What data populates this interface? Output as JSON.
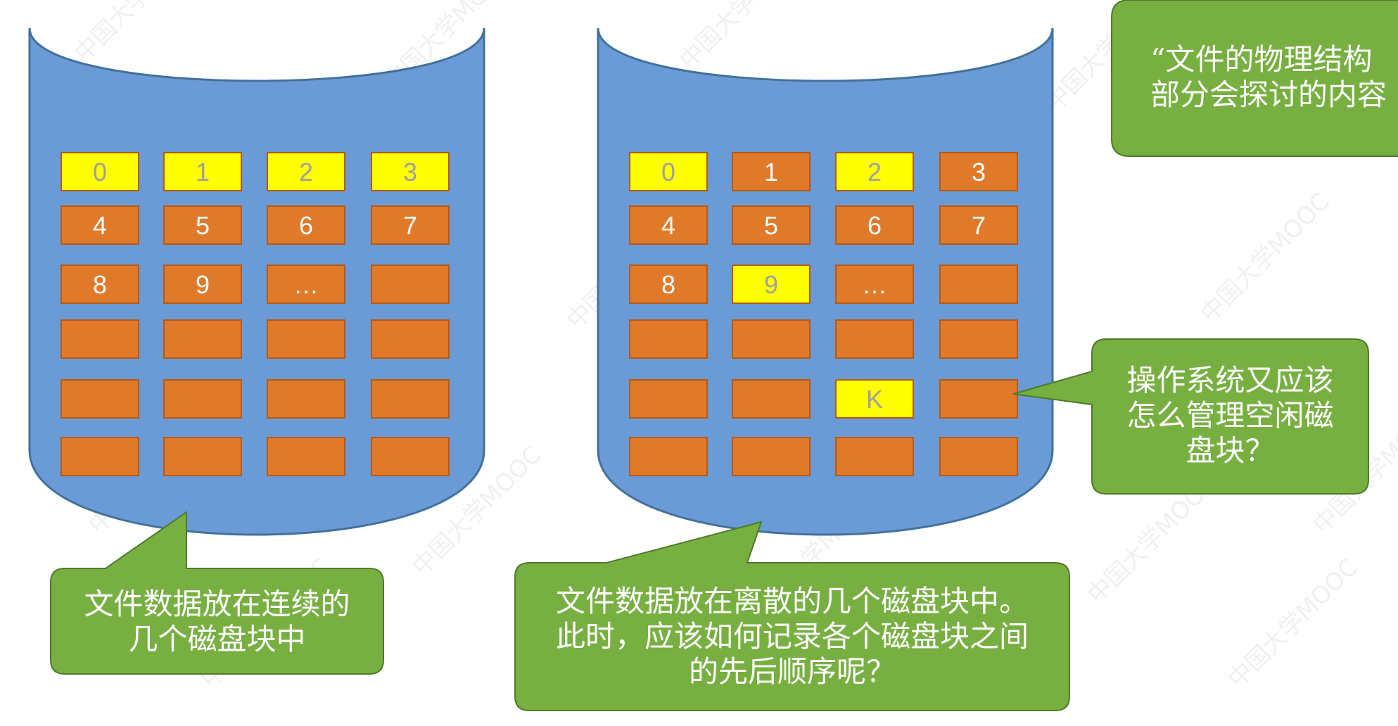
{
  "colors": {
    "cylinder_fill": "#6b9bd6",
    "cylinder_stroke": "#41719c",
    "block_orange": "#e07a2a",
    "block_yellow": "#ffff00",
    "block_stroke": "#b45a15",
    "text_white": "#ffffff",
    "text_gray": "#a0a0a0",
    "bubble_green": "#77b041",
    "bubble_stroke": "#4e7a2a"
  },
  "watermark": "中国大学MOOC",
  "left_disk": {
    "rows": [
      [
        {
          "label": "0",
          "highlight": true
        },
        {
          "label": "1",
          "highlight": true
        },
        {
          "label": "2",
          "highlight": true
        },
        {
          "label": "3",
          "highlight": true
        }
      ],
      [
        {
          "label": "4",
          "highlight": false
        },
        {
          "label": "5",
          "highlight": false
        },
        {
          "label": "6",
          "highlight": false
        },
        {
          "label": "7",
          "highlight": false
        }
      ],
      [
        {
          "label": "8",
          "highlight": false
        },
        {
          "label": "9",
          "highlight": false
        },
        {
          "label": "…",
          "highlight": false
        },
        {
          "label": "",
          "highlight": false
        }
      ],
      [
        {
          "label": "",
          "highlight": false
        },
        {
          "label": "",
          "highlight": false
        },
        {
          "label": "",
          "highlight": false
        },
        {
          "label": "",
          "highlight": false
        }
      ],
      [
        {
          "label": "",
          "highlight": false
        },
        {
          "label": "",
          "highlight": false
        },
        {
          "label": "",
          "highlight": false
        },
        {
          "label": "",
          "highlight": false
        }
      ],
      [
        {
          "label": "",
          "highlight": false
        },
        {
          "label": "",
          "highlight": false
        },
        {
          "label": "",
          "highlight": false
        },
        {
          "label": "",
          "highlight": false
        }
      ]
    ]
  },
  "right_disk": {
    "rows": [
      [
        {
          "label": "0",
          "highlight": true
        },
        {
          "label": "1",
          "highlight": false
        },
        {
          "label": "2",
          "highlight": true
        },
        {
          "label": "3",
          "highlight": false
        }
      ],
      [
        {
          "label": "4",
          "highlight": false
        },
        {
          "label": "5",
          "highlight": false
        },
        {
          "label": "6",
          "highlight": false
        },
        {
          "label": "7",
          "highlight": false
        }
      ],
      [
        {
          "label": "8",
          "highlight": false
        },
        {
          "label": "9",
          "highlight": true
        },
        {
          "label": "…",
          "highlight": false
        },
        {
          "label": "",
          "highlight": false
        }
      ],
      [
        {
          "label": "",
          "highlight": false
        },
        {
          "label": "",
          "highlight": false
        },
        {
          "label": "",
          "highlight": false
        },
        {
          "label": "",
          "highlight": false
        }
      ],
      [
        {
          "label": "",
          "highlight": false
        },
        {
          "label": "",
          "highlight": false
        },
        {
          "label": "K",
          "highlight": true
        },
        {
          "label": "",
          "highlight": false
        }
      ],
      [
        {
          "label": "",
          "highlight": false
        },
        {
          "label": "",
          "highlight": false
        },
        {
          "label": "",
          "highlight": false
        },
        {
          "label": "",
          "highlight": false
        }
      ]
    ]
  },
  "callouts": {
    "contiguous": "文件数据放在连续的\n几个磁盘块中",
    "scattered": "文件数据放在离散的几个磁盘块中。\n此时，应该如何记录各个磁盘块之间\n的先后顺序呢？",
    "free_space": "操作系统又应该\n怎么管理空闲磁\n盘块？",
    "physical_structure": "“文件的物理结构\n部分会探讨的内容"
  }
}
